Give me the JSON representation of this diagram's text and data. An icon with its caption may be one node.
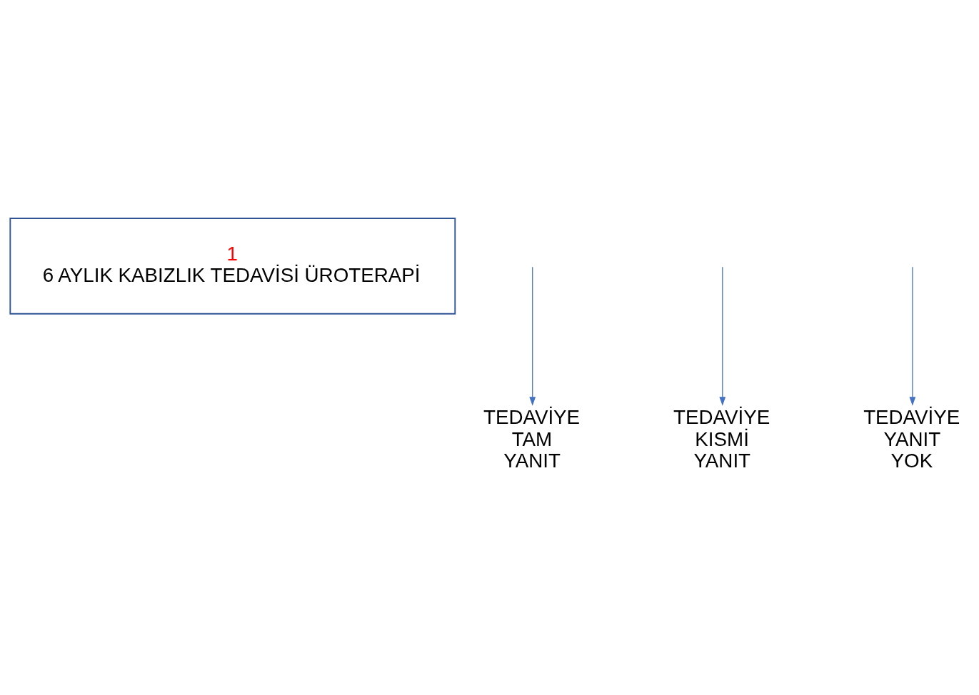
{
  "diagram": {
    "nodes": [
      {
        "text": [
          "1",
          "6 AYLIK KABIZLIK TEDAVİSİ ÜROTERAPİ"
        ]
      },
      {
        "text": [
          "TEDAVİYE TAM YANIT"
        ]
      },
      {
        "text": [
          "TEDAVİYE KISMİ YANIT"
        ]
      },
      {
        "text": [
          "TEDAVİYE YANIT YOK"
        ]
      }
    ],
    "edges": [
      {
        "from": null,
        "to": 1,
        "arrow": "to"
      },
      {
        "from": null,
        "to": 2,
        "arrow": "to"
      },
      {
        "from": null,
        "to": 3,
        "arrow": "to"
      }
    ]
  }
}
